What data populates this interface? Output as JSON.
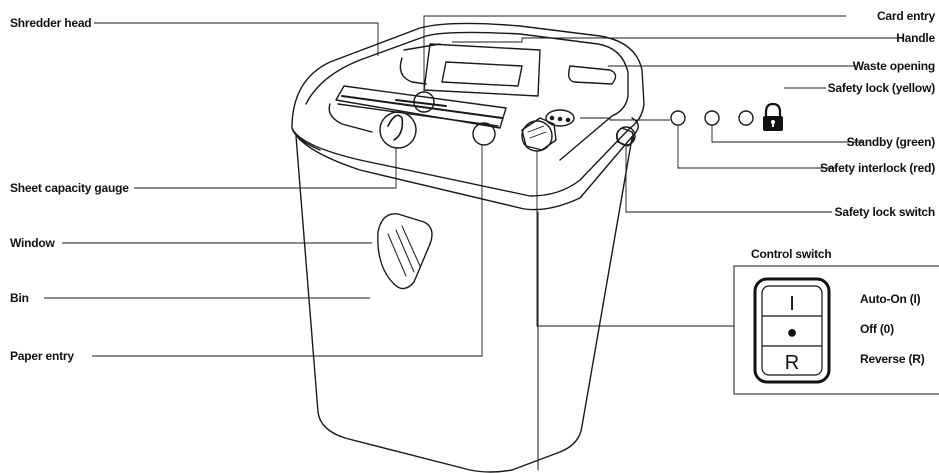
{
  "labels": {
    "shredder_head": "Shredder head",
    "sheet_capacity_gauge": "Sheet capacity gauge",
    "window": "Window",
    "bin": "Bin",
    "paper_entry": "Paper entry",
    "card_entry": "Card entry",
    "handle": "Handle",
    "waste_opening": "Waste opening",
    "safety_lock_yellow": "Safety lock (yellow)",
    "standby_green": "Standby (green)",
    "safety_interlock_red": "Safety interlock (red)",
    "safety_lock_switch": "Safety lock switch"
  },
  "control_switch": {
    "title": "Control switch",
    "positions": [
      {
        "symbol": "I",
        "label": "Auto-On (I)"
      },
      {
        "symbol": "●",
        "label": "Off (0)"
      },
      {
        "symbol": "R",
        "label": "Reverse (R)"
      }
    ]
  },
  "icons": {
    "padlock": "padlock-icon"
  },
  "colors": {
    "line": "#1a1a1a",
    "background": "#ffffff"
  }
}
